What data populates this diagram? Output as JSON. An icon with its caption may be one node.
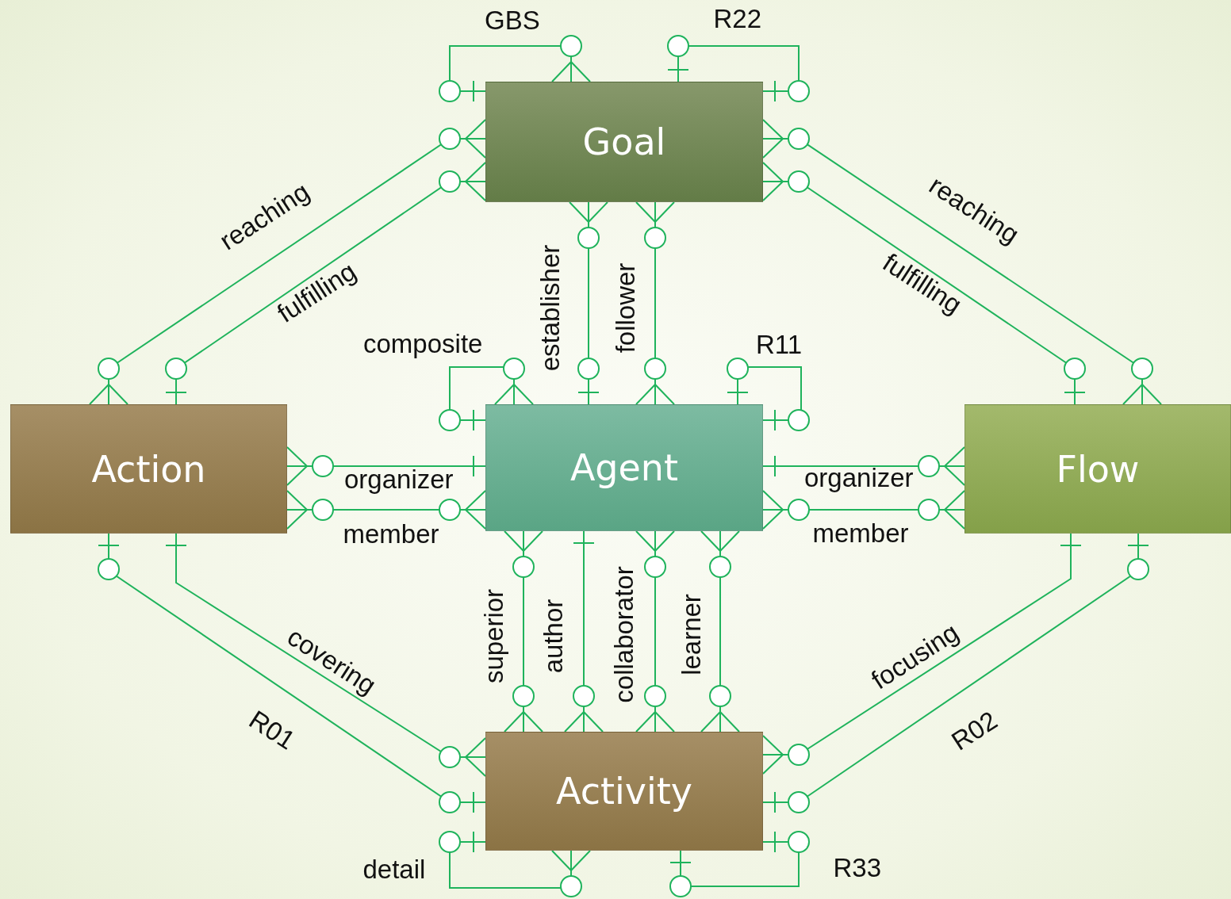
{
  "diagram": {
    "nodes": [
      {
        "text": [
          "Goal"
        ]
      },
      {
        "text": [
          "Action"
        ]
      },
      {
        "text": [
          "Agent"
        ]
      },
      {
        "text": [
          "Flow"
        ]
      },
      {
        "text": [
          "Activity"
        ]
      }
    ],
    "edges": [
      {
        "from": 0,
        "to": 0,
        "arrow": "other",
        "label": "GBS"
      },
      {
        "from": 0,
        "to": 0,
        "arrow": "other",
        "label": "R22"
      },
      {
        "from": 1,
        "to": 0,
        "arrow": "other",
        "label": "reaching"
      },
      {
        "from": 1,
        "to": 0,
        "arrow": "other",
        "label": "fulfilling"
      },
      {
        "from": 3,
        "to": 0,
        "arrow": "other",
        "label": "reaching"
      },
      {
        "from": 3,
        "to": 0,
        "arrow": "other",
        "label": "fulfilling"
      },
      {
        "from": 0,
        "to": 2,
        "arrow": "other",
        "label": "establisher"
      },
      {
        "from": 0,
        "to": 2,
        "arrow": "other",
        "label": "follower"
      },
      {
        "from": 2,
        "to": 2,
        "arrow": "other",
        "label": "composite"
      },
      {
        "from": 2,
        "to": 2,
        "arrow": "other",
        "label": "R11"
      },
      {
        "from": 1,
        "to": 2,
        "arrow": "other",
        "label": "organizer"
      },
      {
        "from": 1,
        "to": 2,
        "arrow": "other",
        "label": "member"
      },
      {
        "from": 3,
        "to": 2,
        "arrow": "other",
        "label": "organizer"
      },
      {
        "from": 3,
        "to": 2,
        "arrow": "other",
        "label": "member"
      },
      {
        "from": 2,
        "to": 4,
        "arrow": "other",
        "label": "superior"
      },
      {
        "from": 2,
        "to": 4,
        "arrow": "other",
        "label": "author"
      },
      {
        "from": 2,
        "to": 4,
        "arrow": "other",
        "label": "collaborator"
      },
      {
        "from": 2,
        "to": 4,
        "arrow": "other",
        "label": "learner"
      },
      {
        "from": 1,
        "to": 4,
        "arrow": "other",
        "label": "R01"
      },
      {
        "from": 1,
        "to": 4,
        "arrow": "other",
        "label": "covering"
      },
      {
        "from": 3,
        "to": 4,
        "arrow": "other",
        "label": "focusing"
      },
      {
        "from": 3,
        "to": 4,
        "arrow": "other",
        "label": "R02"
      },
      {
        "from": 4,
        "to": 4,
        "arrow": "other",
        "label": "detail"
      },
      {
        "from": 4,
        "to": 4,
        "arrow": "other",
        "label": "R33"
      }
    ]
  }
}
